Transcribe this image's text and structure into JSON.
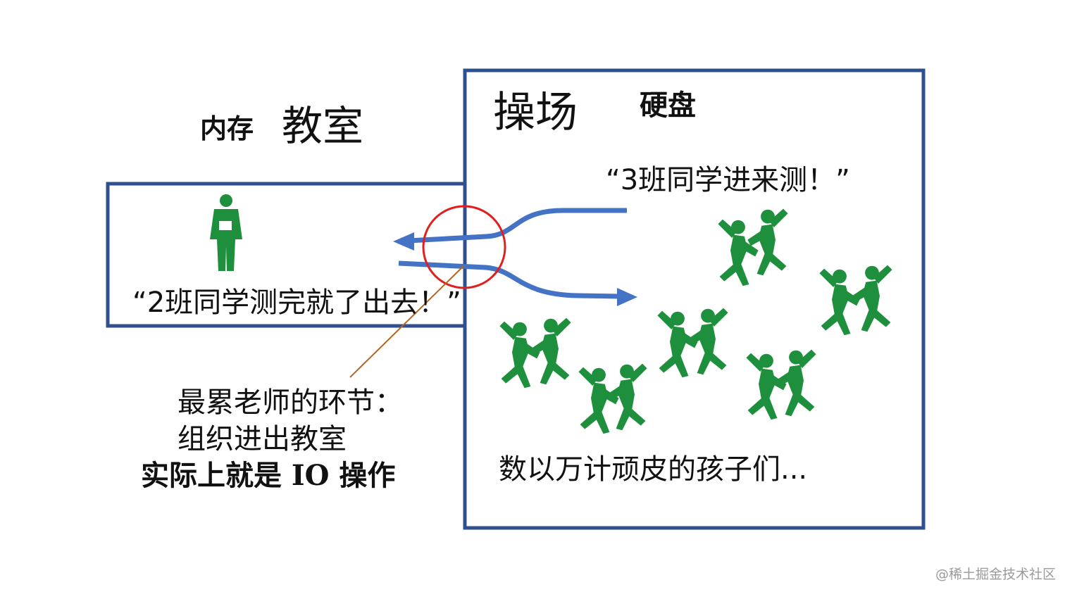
{
  "classroom": {
    "memory_label": "内存",
    "title": "教室",
    "teacher_quote": "“2班同学测完就了出去！”"
  },
  "playground": {
    "title": "操场",
    "disk_label": "硬盘",
    "call_quote": "“3班同学进来测！”",
    "children_caption": "数以万计顽皮的孩子们..."
  },
  "annotation": {
    "line1": "最累老师的环节：",
    "line2": "组织进出教室",
    "line3": "实际上就是 IO 操作"
  },
  "watermark": "@稀土掘金技术社区",
  "colors": {
    "box_border": "#2f4f8f",
    "arrow": "#4472c4",
    "figure": "#1e8f3c",
    "highlight_circle": "#e02020",
    "pointer_line": "#b5651d",
    "watermark": "#9a9a9a"
  },
  "icons": [
    "teacher-icon",
    "jumping-child-icon",
    "inbound-arrow-icon",
    "outbound-arrow-icon",
    "io-highlight-circle"
  ]
}
